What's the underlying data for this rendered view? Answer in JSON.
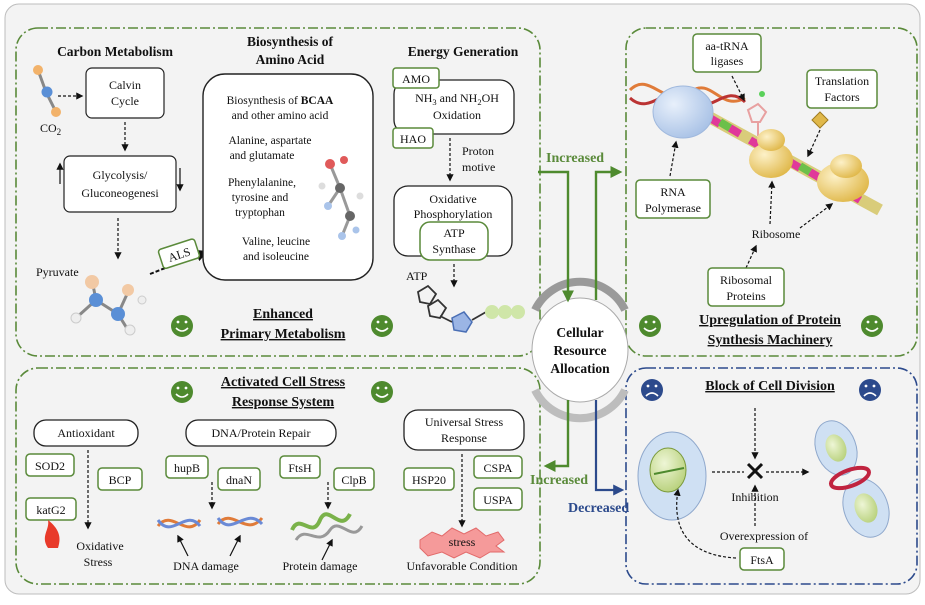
{
  "primary": {
    "carbon_title": "Carbon Metabolism",
    "co2_label": "CO",
    "co2_sub": "2",
    "calvin_line1": "Calvin",
    "calvin_line2": "Cycle",
    "glyco_line1": "Glycolysis/",
    "glyco_line2": "Gluconeogenesi",
    "pyruvate": "Pyruvate",
    "als": "ALS",
    "amino_title_1": "Biosynthesis of",
    "amino_title_2": "Amino Acid",
    "aa_1a": "Biosynthesis of ",
    "aa_1b": "BCAA",
    "aa_1c": "and other amino acid",
    "aa_2a": "Alanine, aspartate",
    "aa_2b": "and glutamate",
    "aa_3a": "Phenylalanine,",
    "aa_3b": "tyrosine and",
    "aa_3c": "tryptophan",
    "aa_4a": "Valine, leucine",
    "aa_4b": "and isoleucine",
    "energy_title": "Energy Generation",
    "amo": "AMO",
    "nh3_a": "NH",
    "nh3_sub": "3",
    "nh3_b": " and NH",
    "nh3_sub2": "2",
    "nh3_c": "OH",
    "oxidation": "Oxidation",
    "hao": "HAO",
    "proton_1": "Proton",
    "proton_2": "motive",
    "oxphos_1": "Oxidative",
    "oxphos_2": "Phosphorylation",
    "atps_1": "ATP",
    "atps_2": "Synthase",
    "atp": "ATP",
    "footer_1": "Enhanced",
    "footer_2": "Primary Metabolism"
  },
  "protein": {
    "ligases_1": "aa-tRNA",
    "ligases_2": "ligases",
    "tf_1": "Translation",
    "tf_2": "Factors",
    "rnap_1": "RNA",
    "rnap_2": "Polymerase",
    "ribosome": "Ribosome",
    "rp_1": "Ribosomal",
    "rp_2": "Proteins",
    "footer_1": "Upregulation of Protein",
    "footer_2": "Synthesis Machinery"
  },
  "central": {
    "line1": "Cellular",
    "line2": "Resource",
    "line3": "Allocation",
    "increased_top": "Increased",
    "increased_bottom": "Increased",
    "decreased": "Decreased"
  },
  "stress": {
    "title_1": "Activated Cell Stress",
    "title_2": "Response System",
    "antioxidant": "Antioxidant",
    "sod2": "SOD2",
    "bcp": "BCP",
    "katg2": "katG2",
    "ox_1": "Oxidative",
    "ox_2": "Stress",
    "repair": "DNA/Protein Repair",
    "hupb": "hupB",
    "dnan": "dnaN",
    "ftsh": "FtsH",
    "clpb": "ClpB",
    "dna_damage": "DNA damage",
    "protein_damage": "Protein damage",
    "usr_1": "Universal Stress",
    "usr_2": "Response",
    "hsp20": "HSP20",
    "cspa": "CSPA",
    "uspa": "USPA",
    "stress": "stress",
    "unfavorable": "Unfavorable Condition"
  },
  "division": {
    "title": "Block of Cell Division",
    "inhibition": "Inhibition",
    "overexpression": "Overexpression of",
    "ftsa": "FtsA"
  },
  "colors": {
    "green_accent": "#5a8a3a",
    "blue_accent": "#2c4a8c",
    "panel_bg": "#f3f3f3"
  }
}
